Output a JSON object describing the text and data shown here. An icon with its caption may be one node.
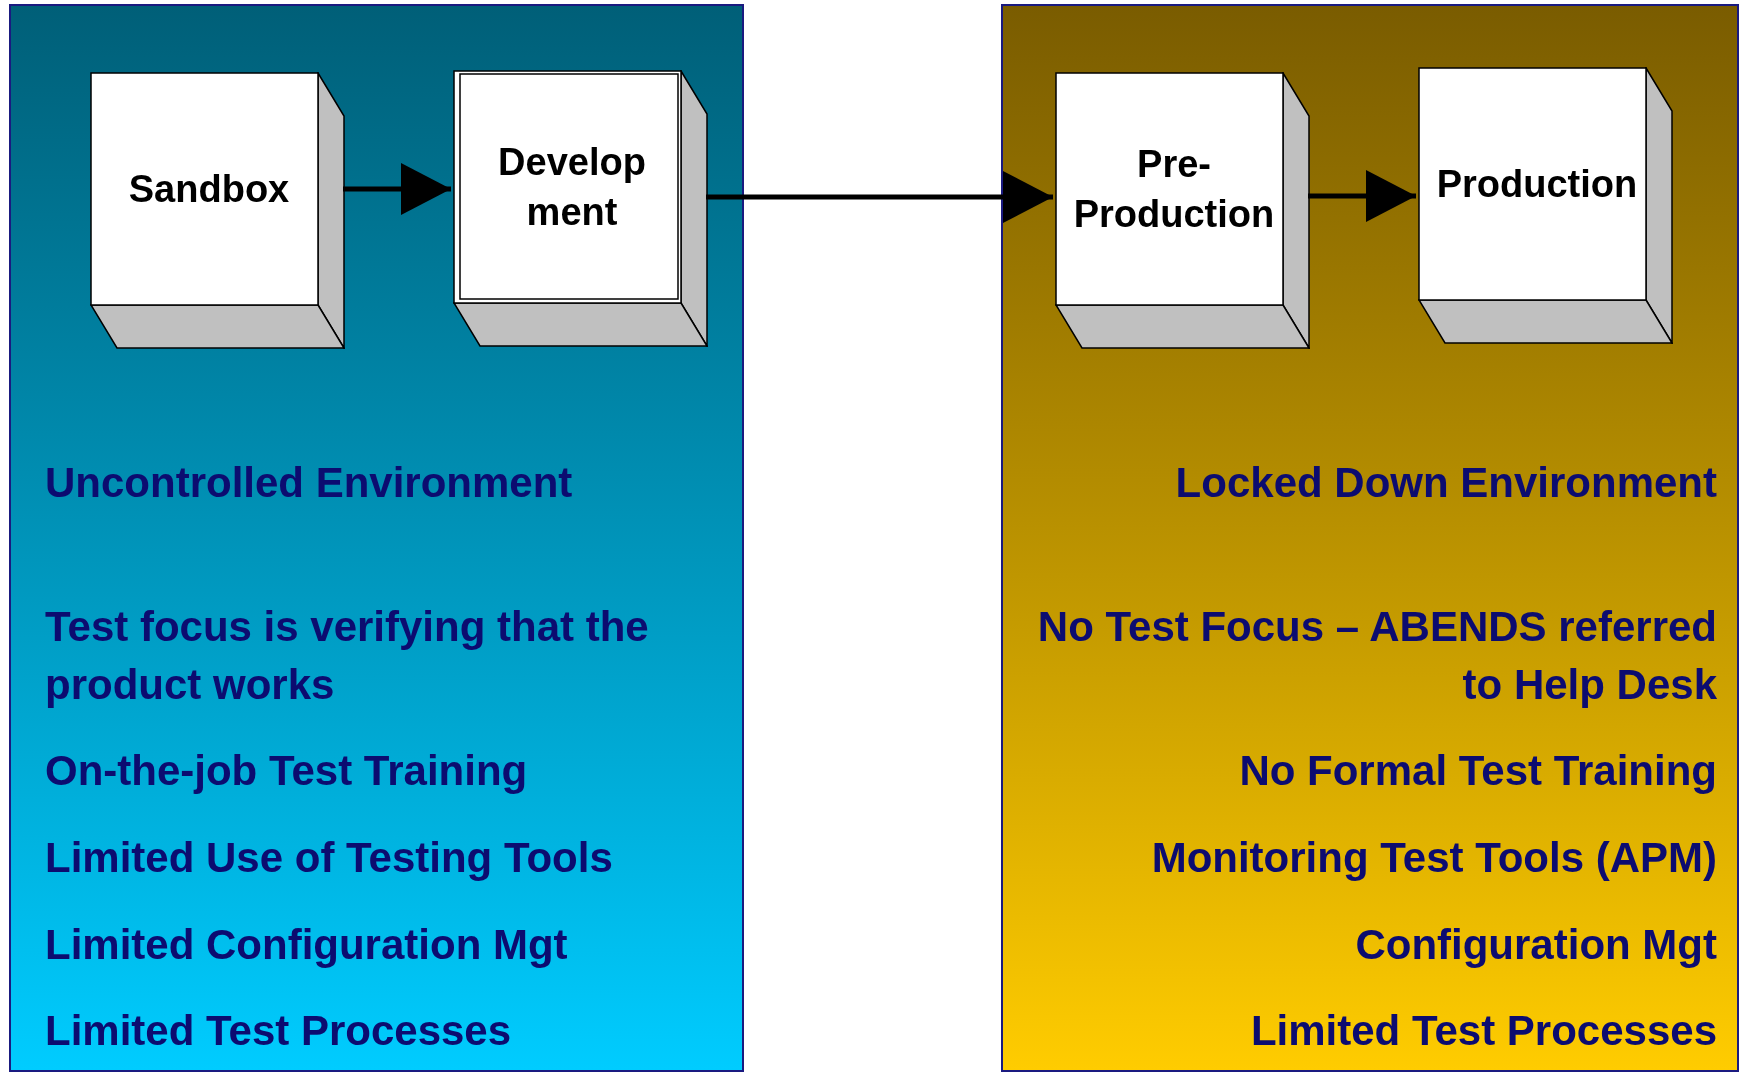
{
  "diagram": {
    "nodes": [
      {
        "text": [
          "Uncontrolled Environment",
          "Test focus is verifying that the product works",
          "On-the-job Test Training",
          "Limited Use of Testing Tools",
          "Limited Configuration Mgt",
          "Limited Test Processes"
        ]
      },
      {
        "text": [
          "Sandbox"
        ],
        "in": 0
      },
      {
        "text": [
          "Develop ment"
        ],
        "in": 0
      },
      {
        "text": [
          "Locked Down Environment",
          "No Test Focus – ABENDS referred to Help Desk",
          "No Formal Test Training",
          "Monitoring Test Tools (APM)",
          "Configuration Mgt",
          "Limited Test Processes"
        ]
      },
      {
        "text": [
          "Pre- Production"
        ],
        "in": 3
      },
      {
        "text": [
          "Production"
        ],
        "in": 3
      }
    ],
    "edges": [
      {
        "from": 1,
        "to": 2,
        "arrow": "to"
      },
      {
        "from": 2,
        "to": 4,
        "arrow": "to"
      },
      {
        "from": 4,
        "to": 5,
        "arrow": "to"
      }
    ]
  }
}
